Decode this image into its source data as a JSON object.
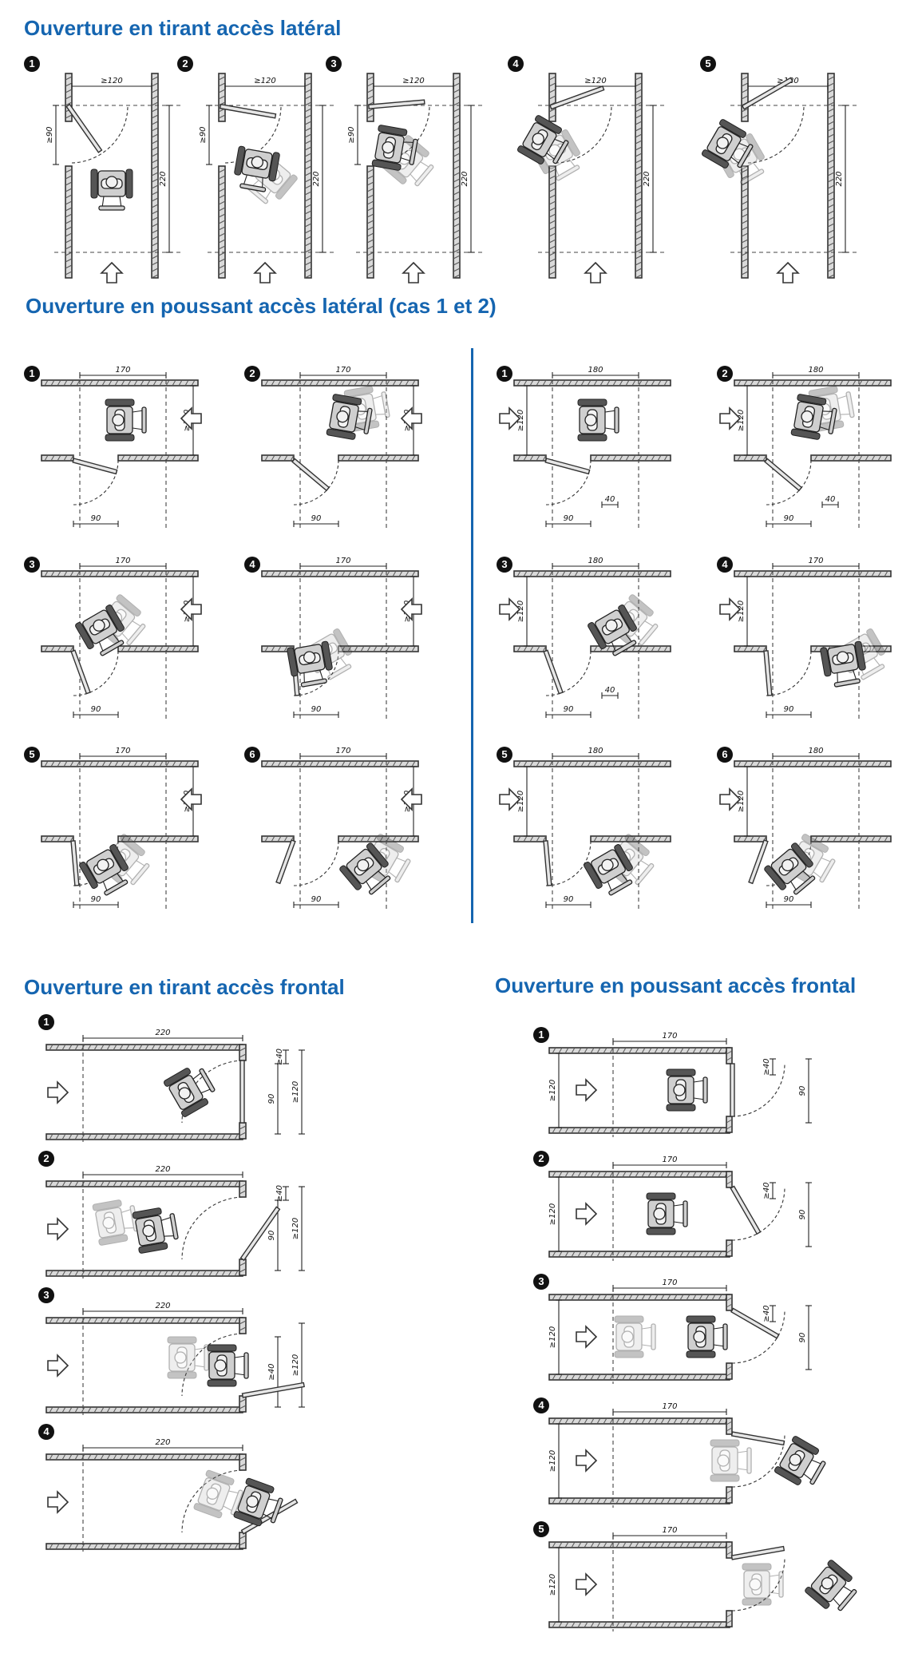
{
  "colors": {
    "accent": "#1565b0",
    "badge": "#111111",
    "line": "#333333"
  },
  "icons": {
    "badge": "numbered-step-badge",
    "wheelchair": "wheelchair-user-icon",
    "direction": "direction-arrow-icon",
    "door": "door-leaf-icon"
  },
  "sections": [
    {
      "key": "pull-side",
      "title": "Ouverture en tirant accès latéral",
      "steps": [
        {
          "n": "1",
          "dims": [
            "≥120",
            "≥90",
            "220"
          ]
        },
        {
          "n": "2",
          "dims": [
            "≥120",
            "≥90",
            "220"
          ]
        },
        {
          "n": "3",
          "dims": [
            "≥120",
            "≥90",
            "220"
          ]
        },
        {
          "n": "4",
          "dims": [
            "≥120",
            "220"
          ]
        },
        {
          "n": "5",
          "dims": [
            "≥120",
            "220"
          ]
        }
      ]
    },
    {
      "key": "push-side",
      "title": "Ouverture en poussant accès latéral (cas 1 et 2)",
      "case1": [
        {
          "n": "1",
          "dims": [
            "170",
            "≥120",
            "90"
          ]
        },
        {
          "n": "2",
          "dims": [
            "170",
            "≥120",
            "90"
          ]
        },
        {
          "n": "3",
          "dims": [
            "170",
            "≥120",
            "90"
          ]
        },
        {
          "n": "4",
          "dims": [
            "170",
            "≥120",
            "90"
          ]
        },
        {
          "n": "5",
          "dims": [
            "170",
            "≥120",
            "90"
          ]
        },
        {
          "n": "6",
          "dims": [
            "170",
            "≥120",
            "90"
          ]
        }
      ],
      "case2": [
        {
          "n": "1",
          "dims": [
            "180",
            "≥120",
            "90",
            "40"
          ]
        },
        {
          "n": "2",
          "dims": [
            "180",
            "≥120",
            "90",
            "40"
          ]
        },
        {
          "n": "3",
          "dims": [
            "180",
            "≥120",
            "90",
            "40"
          ]
        },
        {
          "n": "4",
          "dims": [
            "170",
            "≥120",
            "90"
          ]
        },
        {
          "n": "5",
          "dims": [
            "180",
            "≥120",
            "90"
          ]
        },
        {
          "n": "6",
          "dims": [
            "180",
            "≥120",
            "90"
          ]
        }
      ]
    },
    {
      "key": "pull-front",
      "title": "Ouverture en tirant accès frontal",
      "steps": [
        {
          "n": "1",
          "dims": [
            "220",
            "≥120",
            "90",
            "≥40"
          ]
        },
        {
          "n": "2",
          "dims": [
            "220",
            "≥120",
            "90",
            "≥40"
          ]
        },
        {
          "n": "3",
          "dims": [
            "220",
            "≥120",
            "≥40"
          ]
        },
        {
          "n": "4",
          "dims": [
            "220"
          ]
        }
      ]
    },
    {
      "key": "push-front",
      "title": "Ouverture en poussant accès frontal",
      "steps": [
        {
          "n": "1",
          "dims": [
            "170",
            "≥120",
            "≥40",
            "90"
          ]
        },
        {
          "n": "2",
          "dims": [
            "170",
            "≥120",
            "≥40",
            "90"
          ]
        },
        {
          "n": "3",
          "dims": [
            "170",
            "≥120",
            "≥40",
            "90"
          ]
        },
        {
          "n": "4",
          "dims": [
            "170",
            "≥120"
          ]
        },
        {
          "n": "5",
          "dims": [
            "170",
            "≥120"
          ]
        }
      ]
    }
  ]
}
